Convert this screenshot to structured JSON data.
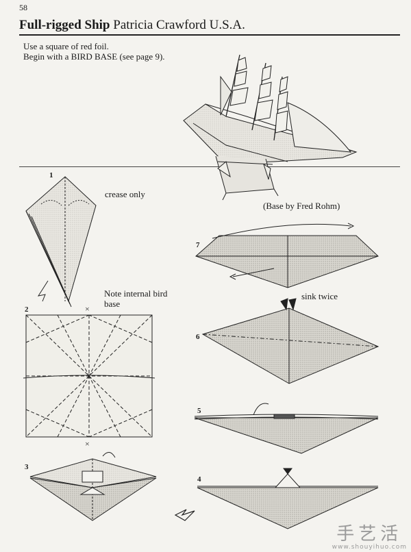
{
  "page_number": "58",
  "title": {
    "model": "Full-rigged Ship",
    "author": "Patricia Crawford",
    "country": "U.S.A."
  },
  "instructions": [
    "Use a square of red foil.",
    "Begin with a BIRD BASE (see page 9)."
  ],
  "credit": "(Base by Fred Rohm)",
  "steps": [
    {
      "number": "1",
      "caption": "crease only"
    },
    {
      "number": "2",
      "caption": "Note internal bird base"
    },
    {
      "number": "3",
      "caption": ""
    },
    {
      "number": "4",
      "caption": ""
    },
    {
      "number": "5",
      "caption": ""
    },
    {
      "number": "6",
      "caption": ""
    },
    {
      "number": "7",
      "caption": ""
    }
  ],
  "sink_label": "sink twice",
  "watermark": {
    "main": "手艺活",
    "sub": "www.shouyihuo.com"
  }
}
